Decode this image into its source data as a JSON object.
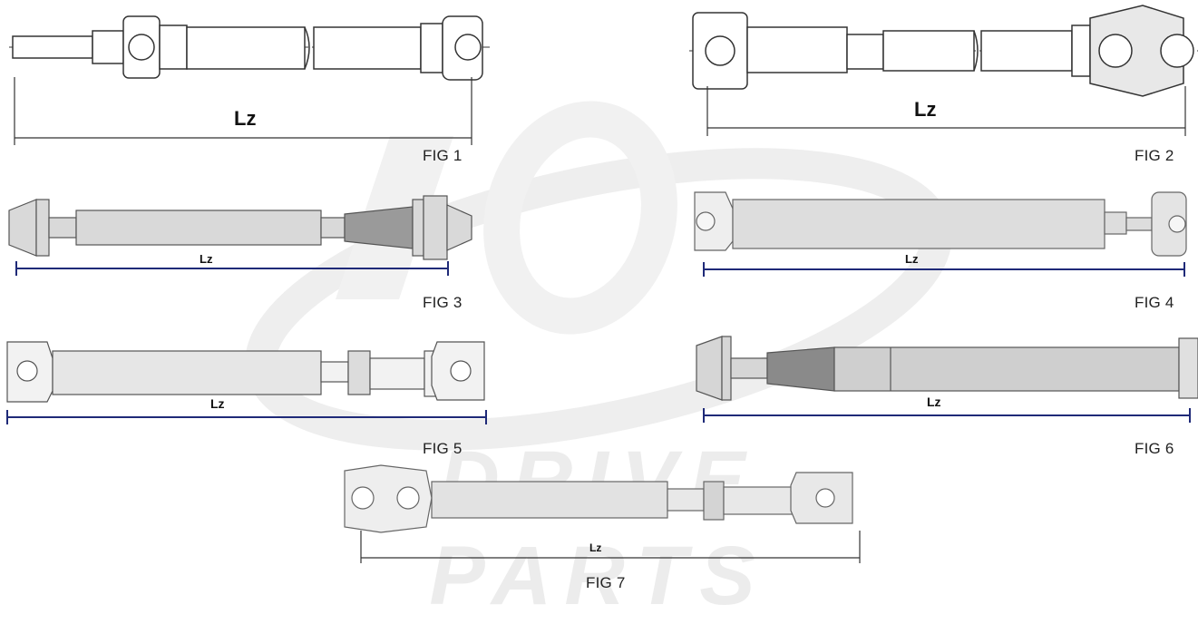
{
  "watermark": {
    "text": "DRIVE PARTS",
    "logo": "10"
  },
  "colors": {
    "dimension_blue": "#1f2a78",
    "drawing": "#333333",
    "shaft_fill": "#d9d9d9"
  },
  "figures": [
    {
      "caption": "FIG 1",
      "dimension_label": "Lz"
    },
    {
      "caption": "FIG 2",
      "dimension_label": "Lz"
    },
    {
      "caption": "FIG 3",
      "dimension_label": "Lz"
    },
    {
      "caption": "FIG 4",
      "dimension_label": "Lz"
    },
    {
      "caption": "FIG 5",
      "dimension_label": "Lz"
    },
    {
      "caption": "FIG 6",
      "dimension_label": "Lz"
    },
    {
      "caption": "FIG 7",
      "dimension_label": "Lz"
    }
  ]
}
